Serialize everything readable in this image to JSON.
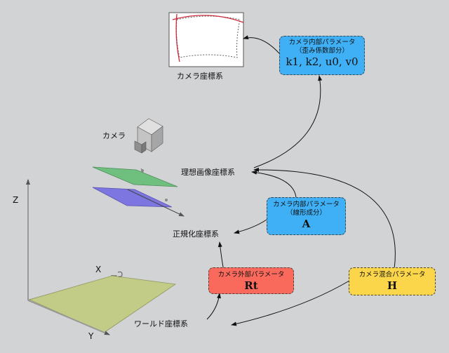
{
  "labels": {
    "camera_coords": "カメラ座標系",
    "camera": "カメラ",
    "ideal_image_coords": "理想画像座標系",
    "normalized_coords": "正規化座標系",
    "world_coords": "ワールド座標系",
    "axis_x": "X",
    "axis_y": "Y",
    "axis_z": "Z"
  },
  "boxes": {
    "intrinsic_distortion": {
      "title": "カメラ内部パラメータ",
      "subtitle": "（歪み係数部分）",
      "symbol": "k1, k2, u0, v0",
      "color": "#3fb0f5"
    },
    "intrinsic_linear": {
      "title": "カメラ内部パラメータ",
      "subtitle": "（線形成分）",
      "symbol": "A",
      "color": "#3fb0f5"
    },
    "extrinsic": {
      "title": "カメラ外部パラメータ",
      "symbol": "Rt",
      "color": "#f96a5c"
    },
    "mixed": {
      "title": "カメラ混合パラメータ",
      "symbol": "H",
      "color": "#fbd54a"
    }
  },
  "colors": {
    "background": "#d2d3d5",
    "image_plane": "#6fc07e",
    "normalized_plane": "#7d76e0",
    "world_plane": "#c3cc86",
    "distortion_curve": "#cc2a3c"
  }
}
